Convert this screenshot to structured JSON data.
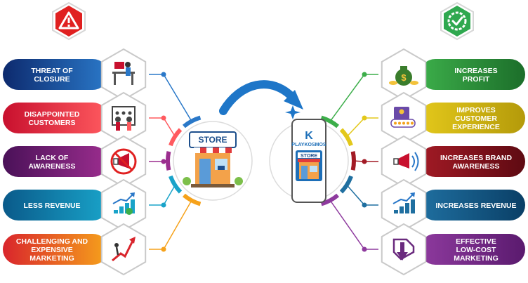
{
  "negatives": [
    {
      "lines": [
        "THREAT OF",
        "CLOSURE"
      ],
      "color_from": "#0d2a6e",
      "color_to": "#2a78c8",
      "icon": "business-closure-icon"
    },
    {
      "lines": [
        "DISAPPOINTED",
        "CUSTOMERS"
      ],
      "color_from": "#c8102e",
      "color_to": "#ff5a5f",
      "icon": "disappointed-customers-icon"
    },
    {
      "lines": [
        "LACK OF",
        "AWARENESS"
      ],
      "color_from": "#4a1158",
      "color_to": "#9b2d8e",
      "icon": "no-megaphone-icon"
    },
    {
      "lines": [
        "LESS REVENUE"
      ],
      "color_from": "#0a5a8a",
      "color_to": "#19a3c9",
      "icon": "revenue-chart-icon"
    },
    {
      "lines": [
        "CHALLENGING AND",
        "EXPENSIVE",
        "MARKETING"
      ],
      "color_from": "#d9252c",
      "color_to": "#f6a21b",
      "icon": "uphill-struggle-icon"
    }
  ],
  "positives": [
    {
      "lines": [
        "INCREASES",
        "PROFIT"
      ],
      "color_from": "#1c6e2a",
      "color_to": "#3cae4a",
      "icon": "money-bag-icon"
    },
    {
      "lines": [
        "IMPROVES",
        "CUSTOMER",
        "EXPERIENCE"
      ],
      "color_from": "#b49a0a",
      "color_to": "#e3c81b",
      "icon": "rating-stars-icon"
    },
    {
      "lines": [
        "INCREASES BRAND",
        "AWARENESS"
      ],
      "color_from": "#5e0a12",
      "color_to": "#a21a25",
      "icon": "megaphone-icon"
    },
    {
      "lines": [
        "INCREASES REVENUE"
      ],
      "color_from": "#0a3f66",
      "color_to": "#1f6fa0",
      "icon": "growth-chart-icon"
    },
    {
      "lines": [
        "EFFECTIVE",
        "LOW-COST",
        "MARKETING"
      ],
      "color_from": "#5a1a6e",
      "color_to": "#8e3a9e",
      "icon": "low-cost-tag-icon"
    }
  ],
  "center": {
    "store_sign": "STORE",
    "app_brand": "PLAYKOSMOS",
    "app_store_sign": "STORE"
  },
  "colors": {
    "warning": "#e02020",
    "success": "#2fa84f",
    "arrow": "#1e76c8"
  },
  "icons": {
    "warning": "warning-triangle-icon",
    "success": "verified-check-icon"
  }
}
